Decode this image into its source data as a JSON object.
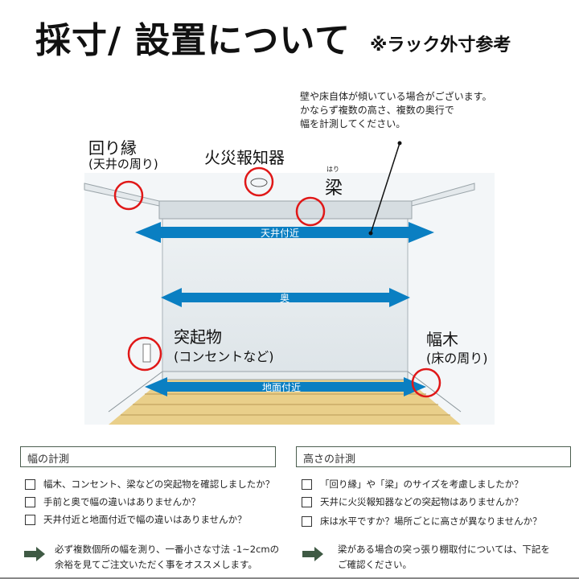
{
  "header": {
    "title": "採寸/ 設置について",
    "subtitle": "※ラック外寸参考"
  },
  "note": {
    "lines": [
      "壁や床自体が傾いている場合がございます。",
      "かならず複数の高さ、複数の奥行で",
      "幅を計測してください。"
    ]
  },
  "diagram": {
    "mawaribuchi": {
      "label": "回り縁",
      "sub": "(天井の周り)"
    },
    "smoke_detector": {
      "label": "火災報知器"
    },
    "beam": {
      "label": "梁",
      "ruby": "はり"
    },
    "protrusion": {
      "label": "突起物",
      "sub": "(コンセントなど)"
    },
    "baseboard": {
      "label": "幅木",
      "sub": "(床の周り)"
    },
    "arrows": [
      "天井付近",
      "奥",
      "地面付近"
    ],
    "colors": {
      "arrow": "#0a7fc2",
      "circle": "#e01818",
      "floor": "#e9cf8a",
      "wall": "#dfe6ea"
    }
  },
  "width_section": {
    "title": "幅の計測",
    "items": [
      "幅木、コンセント、梁などの突起物を確認しましたか？",
      "手前と奥で幅の違いはありませんか？",
      "天井付近と地面付近で幅の違いはありませんか？"
    ],
    "tip": [
      "必ず複数個所の幅を測り、一番小さな寸法 -1~2cmの",
      "余裕を見てご注文いただく事をオススメします。"
    ]
  },
  "height_section": {
    "title": "高さの計測",
    "items": [
      "「回り縁」や「梁」のサイズを考慮しましたか？",
      "天井に火災報知器などの突起物はありませんか？",
      "床は水平ですか？場所ごとに高さが異なりませんか？"
    ],
    "tip": [
      "梁がある場合の突っ張り棚取付については、下記を",
      "ご確認ください。"
    ]
  }
}
